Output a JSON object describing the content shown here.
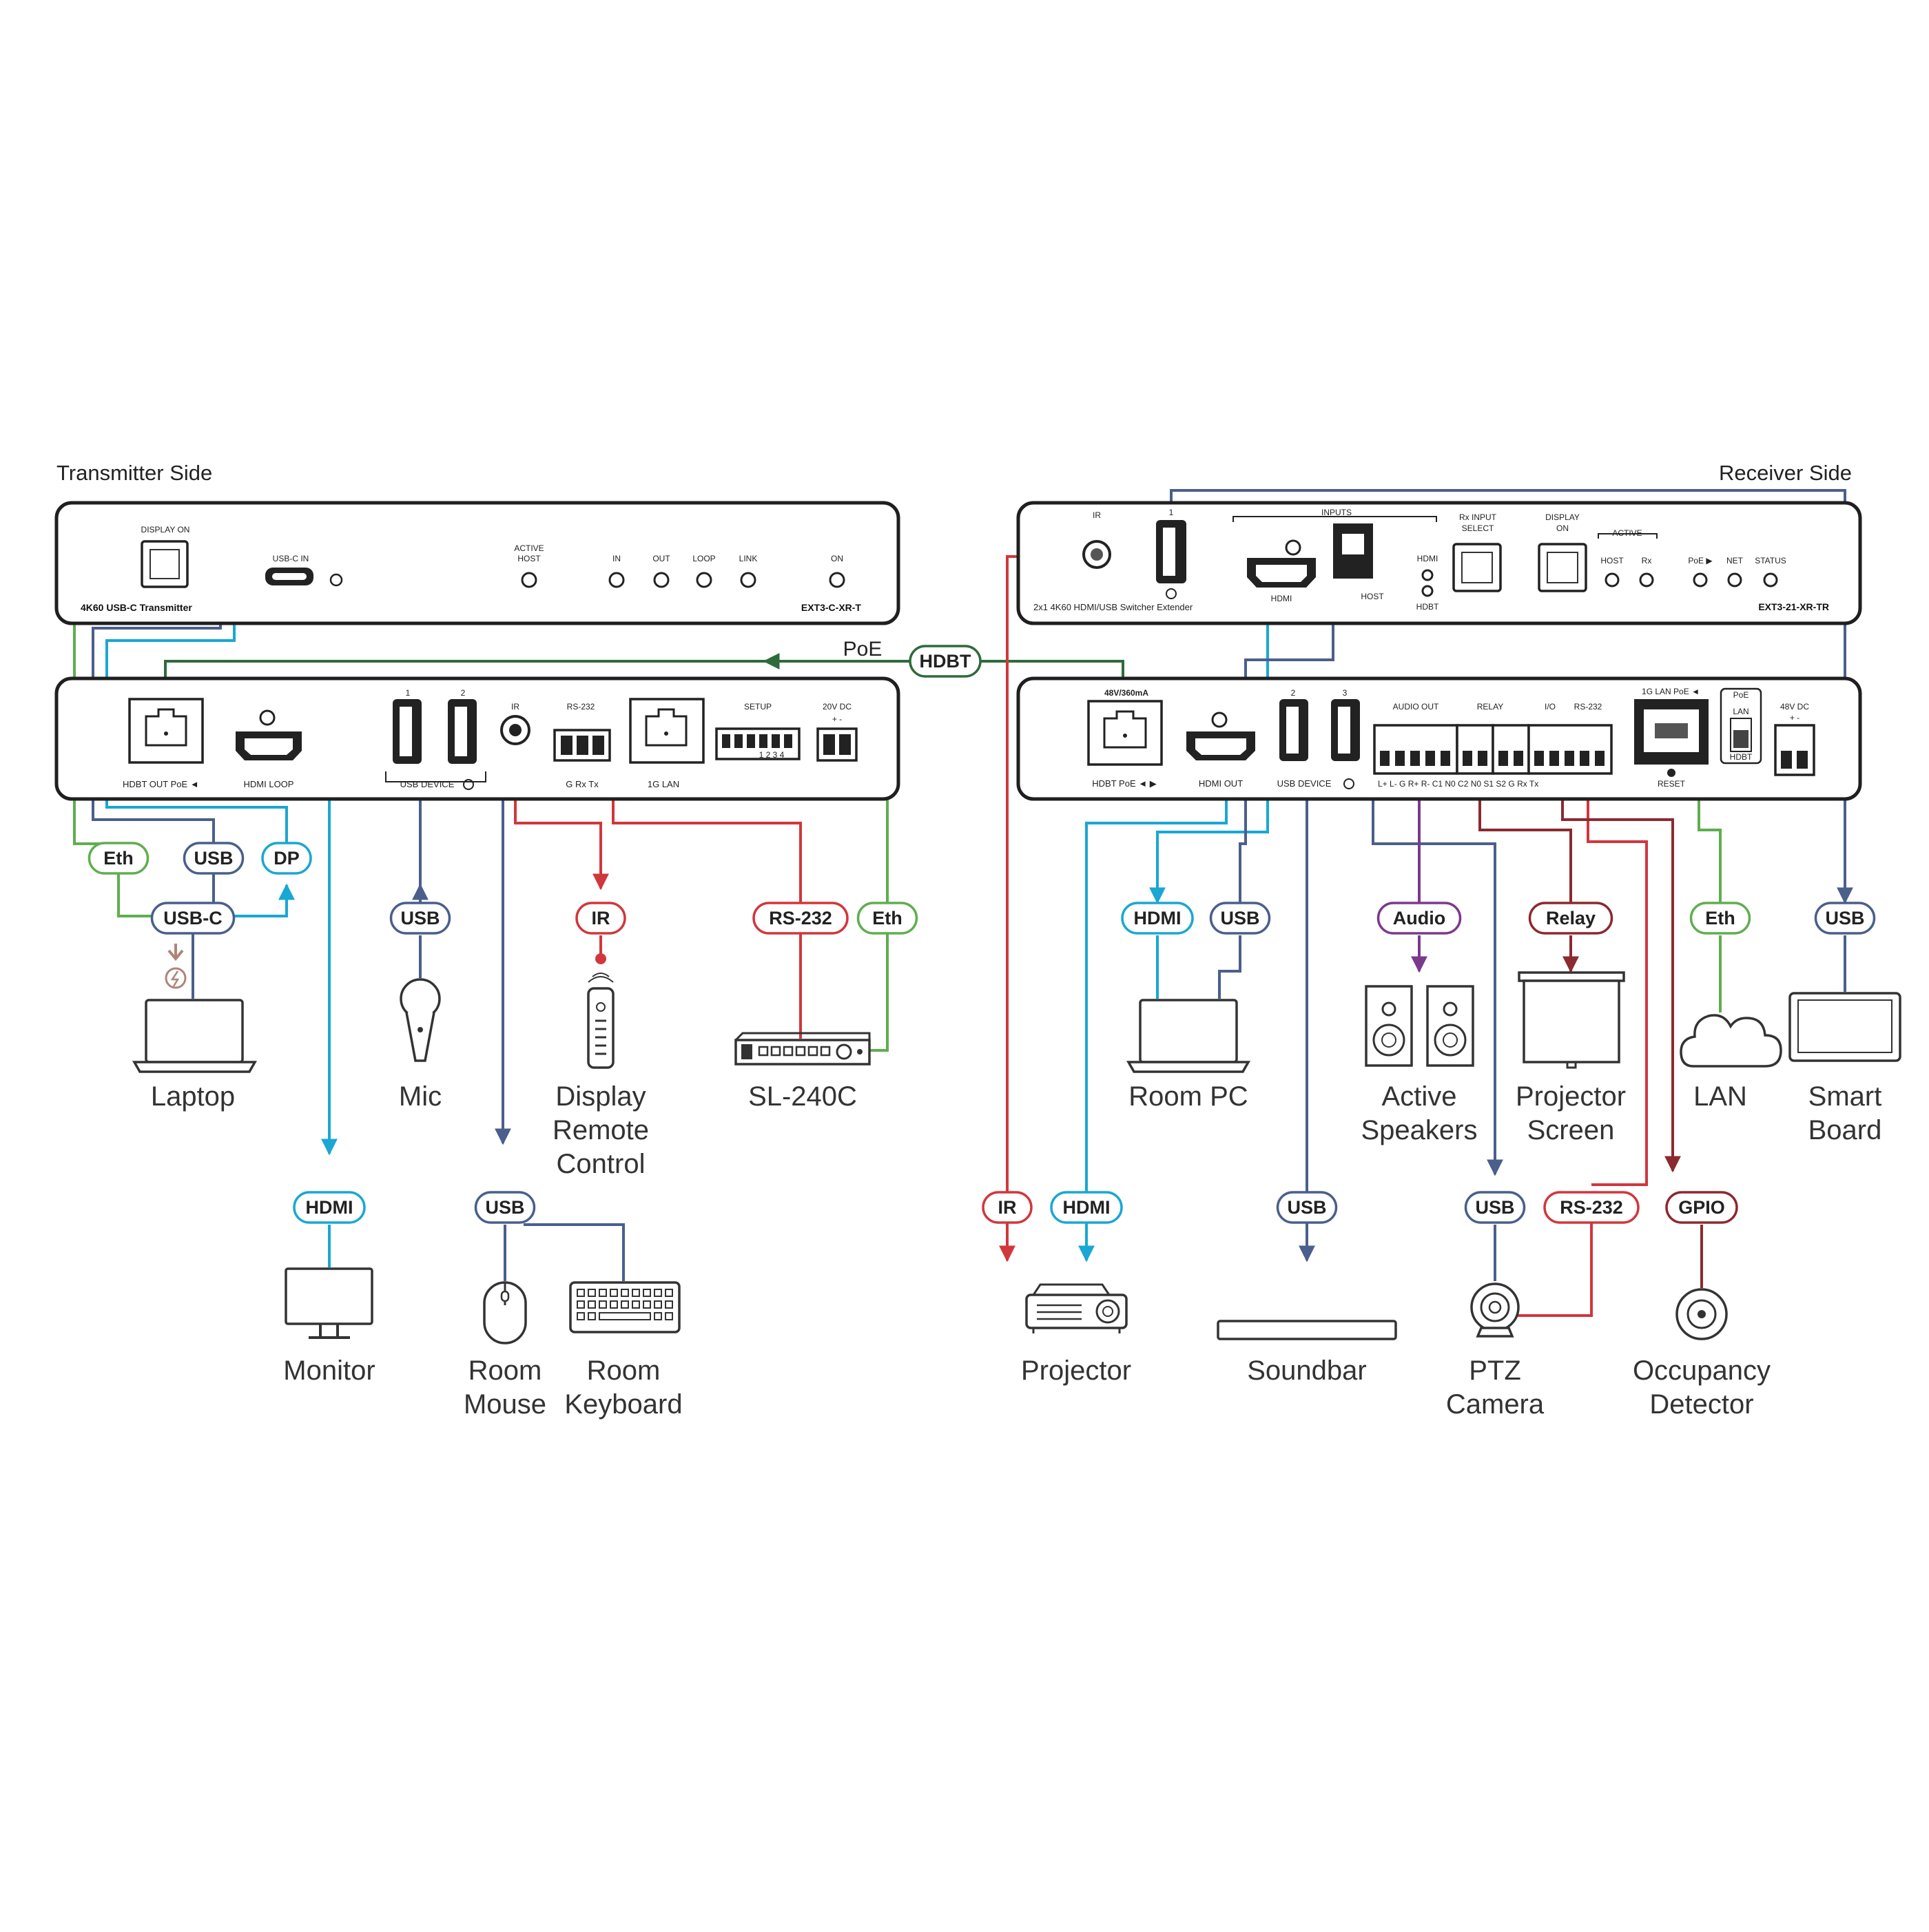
{
  "sides": {
    "transmitter": "Transmitter Side",
    "receiver": "Receiver Side"
  },
  "colors": {
    "green": "#5fae4f",
    "darkgreen": "#2e6b3b",
    "blue": "#4a5f8c",
    "cyan": "#1aa7d3",
    "red": "#d1373c",
    "darkred": "#8b2a2f",
    "purple": "#7a3a8c",
    "brown": "#b08478"
  },
  "tx_front": {
    "display_on": "DISPLAY ON",
    "model_desc": "4K60 USB-C Transmitter",
    "usbc_in": "USB-C IN",
    "active_host": [
      "ACTIVE",
      "HOST"
    ],
    "leds": [
      "IN",
      "OUT",
      "LOOP",
      "LINK"
    ],
    "on": "ON",
    "model": "EXT3-C-XR-T"
  },
  "tx_rear": {
    "hdbt_out": "HDBT OUT PoE ◄",
    "hdmi_loop": "HDMI LOOP",
    "usb_nums": [
      "1",
      "2"
    ],
    "usb_device": "USB DEVICE",
    "ir": "IR",
    "rs232": "RS-232",
    "rs232_pins": "G  Rx  Tx",
    "lan": "1G LAN",
    "setup": "SETUP",
    "setup_nums": "1  2  3  4",
    "dc": "20V DC",
    "dc_pol": "+    -"
  },
  "rx_front": {
    "ir": "IR",
    "usb_num": "1",
    "inputs": "INPUTS",
    "hdmi": "HDMI",
    "host": "HOST",
    "sel_hdmi": "HDMI",
    "sel_hdbt": "HDBT",
    "rx_input_select": [
      "Rx INPUT",
      "SELECT"
    ],
    "display_on": [
      "DISPLAY",
      "ON"
    ],
    "active": "ACTIVE",
    "active_host": "HOST",
    "active_rx": "Rx",
    "poe": "PoE ▶",
    "net": "NET",
    "status": "STATUS",
    "model_desc": "2x1 4K60 HDMI/USB Switcher Extender",
    "model": "EXT3-21-XR-TR"
  },
  "rx_rear": {
    "poe_power": "48V/360mA",
    "hdbt": "HDBT PoE ◄ ▶",
    "hdmi_out": "HDMI OUT",
    "usb_nums": [
      "2",
      "3"
    ],
    "usb_device": "USB DEVICE",
    "audio_out": "AUDIO OUT",
    "relay": "RELAY",
    "io": "I/O",
    "rs232": "RS-232",
    "pins": "L+  L-  G  R+  R-   C1  N0   C2  N0   S1  S2  G  Rx  Tx",
    "lan": "1G LAN PoE ◄",
    "reset": "RESET",
    "poe_sw": "PoE",
    "lan_sw": "LAN",
    "hdbt_sw": "HDBT",
    "dc": "48V DC",
    "dc_pol": "+   -"
  },
  "poe_label": "PoE",
  "pills": {
    "hdbt": "HDBT",
    "tx_eth": "Eth",
    "tx_usb": "USB",
    "tx_dp": "DP",
    "tx_usbc": "USB-C",
    "mic_usb": "USB",
    "ir": "IR",
    "rs232": "RS-232",
    "sl_eth": "Eth",
    "monitor_hdmi": "HDMI",
    "mk_usb": "USB",
    "pc_hdmi": "HDMI",
    "pc_usb": "USB",
    "audio": "Audio",
    "relay": "Relay",
    "lan_eth": "Eth",
    "sb_usb": "USB",
    "proj_ir": "IR",
    "proj_hdmi": "HDMI",
    "soundbar_usb": "USB",
    "cam_usb": "USB",
    "cam_rs232": "RS-232",
    "gpio": "GPIO"
  },
  "devices": {
    "laptop": "Laptop",
    "mic": "Mic",
    "remote": [
      "Display",
      "Remote",
      "Control"
    ],
    "sl240c": "SL-240C",
    "monitor": "Monitor",
    "mouse": [
      "Room",
      "Mouse"
    ],
    "keyboard": [
      "Room",
      "Keyboard"
    ],
    "room_pc": "Room PC",
    "speakers": [
      "Active",
      "Speakers"
    ],
    "screen": [
      "Projector",
      "Screen"
    ],
    "lan": "LAN",
    "smart_board": [
      "Smart",
      "Board"
    ],
    "projector": "Projector",
    "soundbar": "Soundbar",
    "ptz": [
      "PTZ",
      "Camera"
    ],
    "occupancy": [
      "Occupancy",
      "Detector"
    ]
  }
}
